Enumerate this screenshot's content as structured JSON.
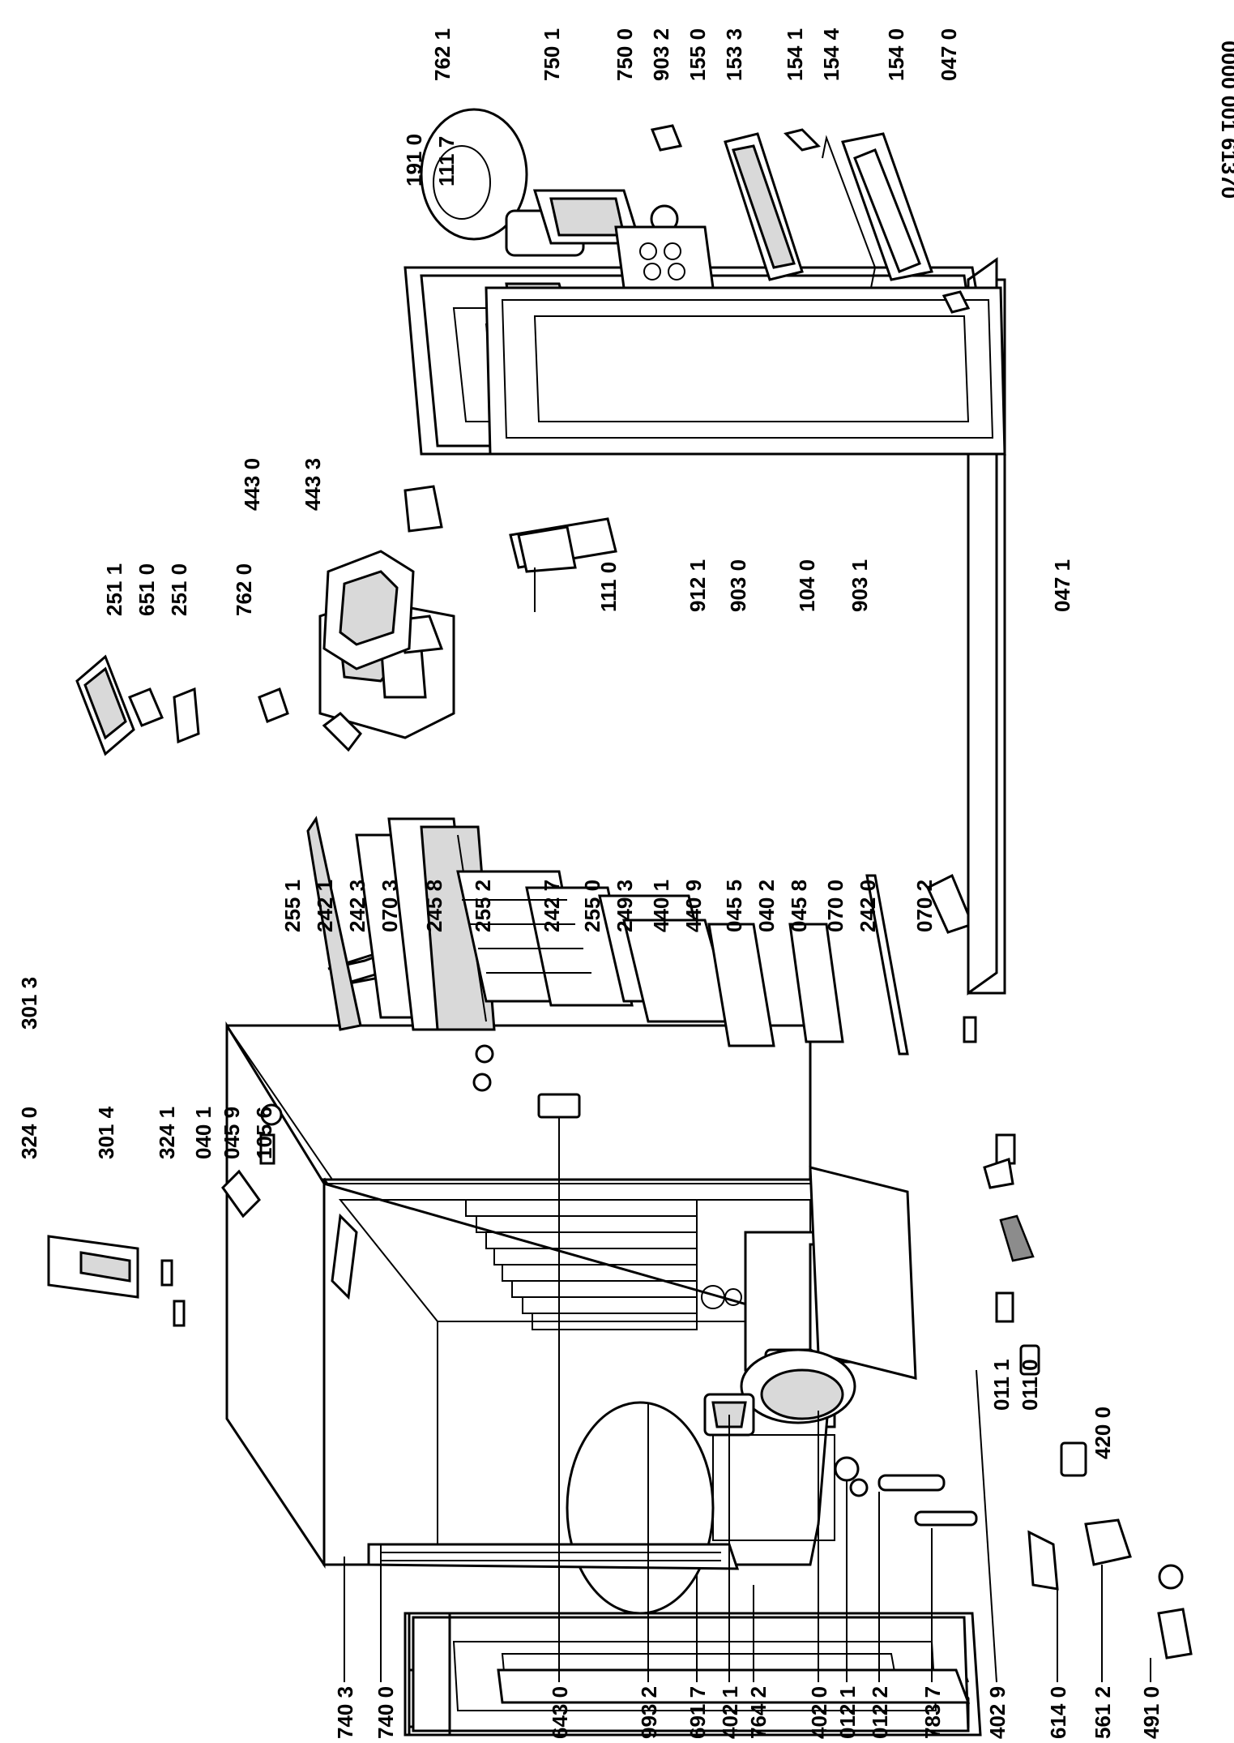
{
  "drawing_code": "0000 001 61370",
  "labels": {
    "l_740_3": "740 3",
    "l_740_0": "740 0",
    "l_643_0": "643 0",
    "l_993_2": "993 2",
    "l_691_7": "691 7",
    "l_402_1": "402 1",
    "l_764_2": "764 2",
    "l_402_0": "402 0",
    "l_012_1": "012 1",
    "l_012_2": "012 2",
    "l_783_7": "783 7",
    "l_402_9": "402 9",
    "l_614_0": "614 0",
    "l_561_2": "561 2",
    "l_491_0": "491 0",
    "l_324_0": "324 0",
    "l_301_3": "301 3",
    "l_301_4": "301 4",
    "l_324_1": "324 1",
    "l_040_1": "040 1",
    "l_045_9": "045 9",
    "l_105_6": "105 6",
    "l_255_1": "255 1",
    "l_242_1": "242 1",
    "l_242_3": "242 3",
    "l_070_3": "070 3",
    "l_245_8": "245 8",
    "l_255_2": "255 2",
    "l_242_7": "242 7",
    "l_255_0": "255 0",
    "l_249_3": "249 3",
    "l_440_1": "440 1",
    "l_440_9": "440 9",
    "l_045_5": "045 5",
    "l_040_2": "040 2",
    "l_045_8": "045 8",
    "l_070_0": "070 0",
    "l_242_0": "242 0",
    "l_070_2": "070 2",
    "l_011_1": "011 1",
    "l_011_0": "011 0",
    "l_420_0": "420 0",
    "l_251_1": "251 1",
    "l_651_0": "651 0",
    "l_251_0": "251 0",
    "l_762_0": "762 0",
    "l_443_0": "443 0",
    "l_443_3": "443 3",
    "l_111_0": "111 0",
    "l_912_1": "912 1",
    "l_903_0": "903 0",
    "l_104_0": "104 0",
    "l_903_1": "903 1",
    "l_047_1": "047 1",
    "l_191_0": "191 0",
    "l_111_7": "111 7",
    "l_762_1": "762 1",
    "l_750_1": "750 1",
    "l_750_0": "750 0",
    "l_903_2": "903 2",
    "l_155_0": "155 0",
    "l_153_3": "153 3",
    "l_154_1": "154 1",
    "l_154_4": "154 4",
    "l_154_0": "154 0",
    "l_047_0": "047 0"
  }
}
